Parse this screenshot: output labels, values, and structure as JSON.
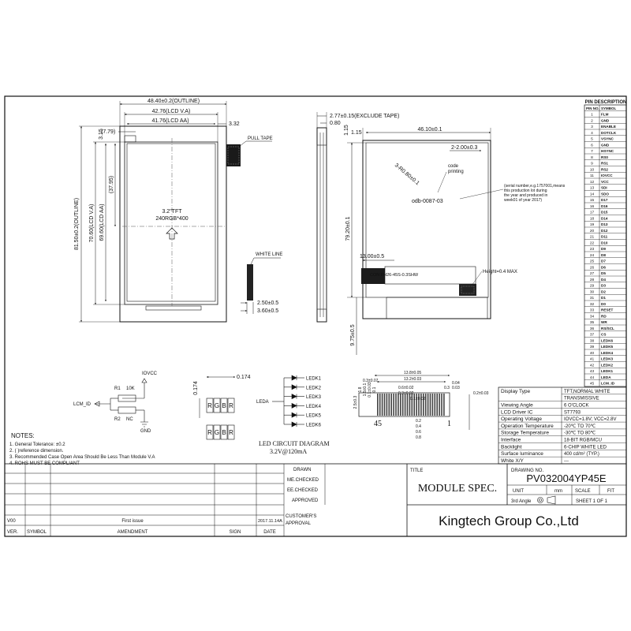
{
  "front_view": {
    "outline_width": "48.40±0.2(OUTLINE)",
    "lcd_va_width": "42.76(LCD V.A)",
    "lcd_aa_width": "41.76(LCD AA)",
    "right_gap": "3.32",
    "left_gap": "(7.79)",
    "top_offset": "3.15",
    "outline_height": "81.50±0.2(OUTLINE)",
    "lcd_va_height": "70.60(LCD V.A)",
    "lcd_aa_height": "69.60(LCD AA)",
    "center_height": "(37.95)",
    "tft_label": "3.2\"TFT",
    "resolution": "240RGB*400",
    "pull_tape": "PULL TAPE",
    "white_line": "WHITE LINE",
    "fpc_width_a": "2.50±0.5",
    "fpc_width_b": "3.60±0.5"
  },
  "side_view": {
    "thickness": "2.77±0.15(EXCLUDE TAPE)",
    "tape": "0.80"
  },
  "back_view": {
    "left_offset": "1.15",
    "width": "46.10±0.1",
    "top_offset": "1.15",
    "corner": "2-2.00±0.3",
    "radius": "3-R0.80±0.1",
    "code_printing_1": "code",
    "code_printing_2": "printing",
    "serial_note": [
      "(serial number,e.g.1757001,means",
      "this production lot during",
      "the year and produced in",
      "week01 of year 2017)"
    ],
    "part_code": "odb-0087-03",
    "height": "79.20±0.1",
    "connector_offset": "13.00±0.5",
    "connector": "CON:FH26-45S-0.3SHW",
    "component_height": "Height=0.4 MAX",
    "bottom_offset": "9.75±0.5"
  },
  "pin_description": {
    "title": "PIN DESCRIPTION",
    "header": [
      "PIN NO.",
      "SYMBOL"
    ],
    "pins": [
      [
        "1",
        "FLM"
      ],
      [
        "2",
        "GND"
      ],
      [
        "3",
        "ENABLE"
      ],
      [
        "4",
        "DOTCLK"
      ],
      [
        "5",
        "VSYNC"
      ],
      [
        "6",
        "GND"
      ],
      [
        "7",
        "HSYNC"
      ],
      [
        "8",
        "RS0"
      ],
      [
        "9",
        "RS1"
      ],
      [
        "10",
        "RS2"
      ],
      [
        "11",
        "IOVCC"
      ],
      [
        "12",
        "VCC"
      ],
      [
        "13",
        "SDI"
      ],
      [
        "14",
        "SDO"
      ],
      [
        "15",
        "D17"
      ],
      [
        "16",
        "D16"
      ],
      [
        "17",
        "D15"
      ],
      [
        "18",
        "D14"
      ],
      [
        "19",
        "D13"
      ],
      [
        "20",
        "D12"
      ],
      [
        "21",
        "D11"
      ],
      [
        "22",
        "D10"
      ],
      [
        "23",
        "D9"
      ],
      [
        "24",
        "D8"
      ],
      [
        "25",
        "D7"
      ],
      [
        "26",
        "D6"
      ],
      [
        "27",
        "D5"
      ],
      [
        "28",
        "D4"
      ],
      [
        "29",
        "D3"
      ],
      [
        "30",
        "D2"
      ],
      [
        "31",
        "D1"
      ],
      [
        "32",
        "D0"
      ],
      [
        "33",
        "RESET"
      ],
      [
        "34",
        "RD"
      ],
      [
        "35",
        "WR"
      ],
      [
        "36",
        "RS/SCL"
      ],
      [
        "37",
        "CS"
      ],
      [
        "38",
        "LEDK6"
      ],
      [
        "39",
        "LEDK5"
      ],
      [
        "40",
        "LEDK4"
      ],
      [
        "41",
        "LEDK3"
      ],
      [
        "42",
        "LEDK2"
      ],
      [
        "43",
        "LEDK1"
      ],
      [
        "44",
        "LEDA"
      ],
      [
        "45",
        "LCM_ID"
      ]
    ]
  },
  "lcm_id_circuit": {
    "iovcc": "IOVCC",
    "r1": "R1",
    "r1_value": "10K",
    "lcm_id": "LCM_ID",
    "r2": "R2",
    "r2_value": "NC",
    "gnd": "GND"
  },
  "pixel_diagram": {
    "top_dim": "0.174",
    "side_dim": "0.174",
    "cells": [
      "R",
      "G",
      "B",
      "R"
    ]
  },
  "led_circuit": {
    "leda": "LEDA",
    "leds": [
      "LEDK1",
      "LEDK2",
      "LEDK3",
      "LEDK4",
      "LEDK5",
      "LEDK6"
    ],
    "title": "LED CIRCUIT DIAGRAM",
    "spec": "3.2V@120mA"
  },
  "fpc_detail": {
    "dims_top": [
      "13.8±0.05",
      "13.2±0.03"
    ],
    "dims_left": [
      "0.3±0.07",
      "0.6±0.02",
      "0.3±0.02",
      "0.1±0.02"
    ],
    "dims_right": [
      "0.3",
      "0.04",
      "0.03",
      "0.2±0.03"
    ],
    "dims_side": [
      "2.5±0.3",
      "1.8",
      "1.5±0.1",
      "0.1±0.03",
      "0.1"
    ],
    "dims_bottom": [
      "0.2",
      "0.4",
      "0.6",
      "0.8"
    ],
    "pin_last": "45",
    "pin_first": "1"
  },
  "notes": {
    "title": "NOTES:",
    "items": [
      "1. General Tolerance: ±0.2",
      "2. (    )reference dimension.",
      "3. Recommended Case Open Area Should Be Less Than Module V.A",
      "4. ROHS  MUST BE COMPLIANT"
    ]
  },
  "specs": [
    [
      "Display Type",
      "TFT,NORMAL WHITE"
    ],
    [
      "",
      "TRANSMISSIVE"
    ],
    [
      "Viewing Angle",
      "6 O'CLOCK"
    ],
    [
      "LCD Driver IC",
      "ST7793"
    ],
    [
      "Operating Voltage",
      "IOVCC=1.8V; VCC=2.8V"
    ],
    [
      "Operation Temperature",
      "-20℃ TO 70℃"
    ],
    [
      "Storage Temperature",
      "-30℃ TO 80℃"
    ],
    [
      "Interface",
      "18-BIT RGB/MCU"
    ],
    [
      "Backlight",
      "6-CHIP WHITE LED"
    ],
    [
      "Surface luminance",
      "400 cd/m² (TYP.)"
    ],
    [
      "White X/Y",
      "---"
    ]
  ],
  "title_block": {
    "drawn": "DRAWN",
    "me_checked": "ME.CHECKED",
    "ee_checked": "EE.CHECKED",
    "approved": "APPROVED",
    "title_label": "TITLE",
    "title": "MODULE SPEC.",
    "drawing_no_label": "DRAWING NO.",
    "drawing_no": "PV032004YP45E",
    "unit_label": "UNIT",
    "unit": "mm",
    "scale_label": "SCALE",
    "fit": "FIT",
    "angle": "3rd Angle",
    "sheet": "SHEET  1  OF  1",
    "customer_approval_1": "CUSTOMER'S",
    "customer_approval_2": "APPROVAL",
    "company": "Kingtech Group Co.,Ltd",
    "revision": {
      "ver": "V00",
      "amendment": "First issue",
      "date": "2017.11.14A"
    },
    "headers": {
      "ver": "VER.",
      "symbol": "SYMBOL",
      "amendment": "AMENDMENT",
      "sign": "SIGN",
      "date": "DATE"
    }
  }
}
